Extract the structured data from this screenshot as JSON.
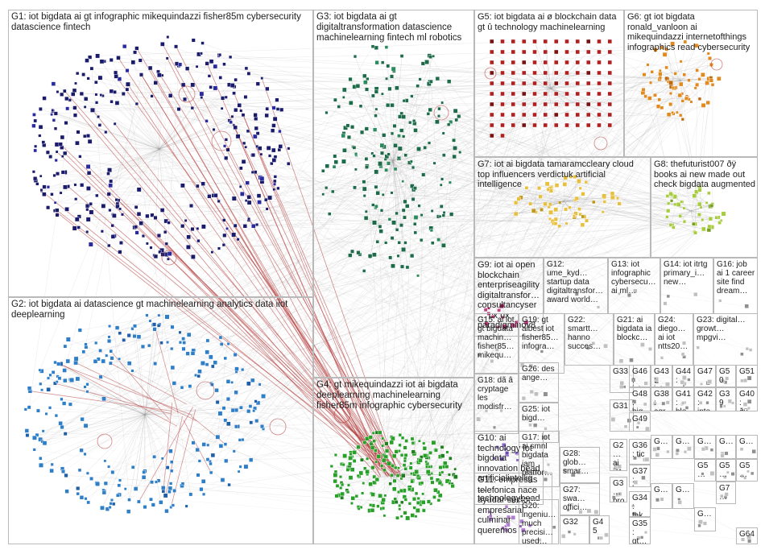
{
  "graph": {
    "background": "#ffffff",
    "edge_color": "#9a9a9a",
    "highlight_edge_color": "#b03030",
    "groups": [
      {
        "id": "G1",
        "label": "G1: iot bigdata ai gt infographic mikequindazzi fisher85m cybersecurity datascience fintech",
        "node_color": "#1b1b6b",
        "accent": "#2a2aa0"
      },
      {
        "id": "G2",
        "label": "G2: iot bigdata ai datascience gt machinelearning analytics data iiot deeplearning",
        "node_color": "#2f7fc8",
        "accent": "#1e5fa8"
      },
      {
        "id": "G3",
        "label": "G3: iot bigdata ai gt digitaltransformation datascience machinelearning fintech ml robotics",
        "node_color": "#1e6b4a",
        "accent": "#2c8a5e"
      },
      {
        "id": "G4",
        "label": "G4: gt mikequindazzi iot ai bigdata deeplearning machinelearning fisher85m infographic cybersecurity",
        "node_color": "#2aa02a",
        "accent": "#1f7f1f"
      },
      {
        "id": "G5",
        "label": "G5: iot bigdata ai ø blockchain data gt û technology machinelearning",
        "node_color": "#b02020",
        "accent": "#7a1010"
      },
      {
        "id": "G6",
        "label": "G6: gt iot bigdata ronald_vanloon ai mikequindazzi internetofthings infographics read cybersecurity",
        "node_color": "#e08a20",
        "accent": "#c06a10"
      },
      {
        "id": "G7",
        "label": "G7: iot ai bigdata tamaramccleary cloud top influencers verdictuk artificial intelligence",
        "node_color": "#e8c040",
        "accent": "#c09a20"
      },
      {
        "id": "G8",
        "label": "G8: thefuturist007 ðÿ books ai new made out check bigdata augmented",
        "node_color": "#a8cc40",
        "accent": "#7aa020"
      },
      {
        "id": "G9",
        "label": "G9: iot ai open blockchain enterpriseagility digitaltransfor… consultancyser… cx ux paradigminov8",
        "node_color": "#c04080",
        "accent": "#a02060"
      },
      {
        "id": "G10",
        "label": "G10: ai technology iot bigdata innovation bead artificialintellig… technologybead smart buildings",
        "node_color": "#8a6ac8",
        "accent": "#6a4aa8"
      },
      {
        "id": "G11",
        "label": "G11: empresas telefonica nace ayudar sector empresarial culminar queremos",
        "node_color": "#b080d0",
        "accent": "#9060b0"
      },
      {
        "id": "G12",
        "label": "G12: ume_kyd… startup data digitaltransfor… award world…",
        "node_color": "#c0c0c0",
        "accent": "#909090"
      },
      {
        "id": "G13",
        "label": "G13: iot infographic cybersecu… ai ml…",
        "node_color": "#c0c0c0",
        "accent": "#909090"
      },
      {
        "id": "G14",
        "label": "G14: iot itrtg primary_i… new…",
        "node_color": "#c0c0c0",
        "accent": "#909090"
      },
      {
        "id": "G15",
        "label": "G15: ai iot gt bigdata machin… fisher85… mikequ…",
        "node_color": "#c0c0c0",
        "accent": "#909090"
      },
      {
        "id": "G16",
        "label": "G16: job ai 1 career site find dream…",
        "node_color": "#c0c0c0",
        "accent": "#909090"
      },
      {
        "id": "G17",
        "label": "G17: iot ai smnl bigdata iam platfor…",
        "node_color": "#c0c0c0",
        "accent": "#909090"
      },
      {
        "id": "G18",
        "label": "G18: dã â cryptage les modisfr…",
        "node_color": "#c0c0c0",
        "accent": "#909090"
      },
      {
        "id": "G19",
        "label": "G19: gt aibest iot fisher85… infogra…",
        "node_color": "#c0c0c0",
        "accent": "#909090"
      },
      {
        "id": "G20",
        "label": "G20: ingeniu… much precisi… used…",
        "node_color": "#c0c0c0",
        "accent": "#909090"
      },
      {
        "id": "G21",
        "label": "G21: ai bigdata ia blockc…",
        "node_color": "#c0c0c0",
        "accent": "#909090"
      },
      {
        "id": "G22",
        "label": "G22: smartt… hanno succes…",
        "node_color": "#c0c0c0",
        "accent": "#909090"
      },
      {
        "id": "G23",
        "label": "G23: digital… growt… mpgvi…",
        "node_color": "#c0c0c0",
        "accent": "#909090"
      },
      {
        "id": "G24",
        "label": "G24: diego… ai iot ntts20…",
        "node_color": "#c0c0c0",
        "accent": "#909090"
      },
      {
        "id": "G25",
        "label": "G25: iot bigd…",
        "node_color": "#c0c0c0",
        "accent": "#909090"
      },
      {
        "id": "G26",
        "label": "G26: des ange…",
        "node_color": "#c0c0c0",
        "accent": "#909090"
      },
      {
        "id": "G27",
        "label": "G27: swa… offici…",
        "node_color": "#c0c0c0",
        "accent": "#909090"
      },
      {
        "id": "G28",
        "label": "G28: glob… smar…",
        "node_color": "#c0c0c0",
        "accent": "#909090"
      },
      {
        "id": "G29",
        "label": "G2… ai iot…",
        "node_color": "#c0c0c0",
        "accent": "#909090"
      },
      {
        "id": "G30",
        "label": "G3… pro…",
        "node_color": "#c0c0c0",
        "accent": "#909090"
      },
      {
        "id": "G31",
        "label": "G31",
        "node_color": "#c0c0c0",
        "accent": "#909090"
      },
      {
        "id": "G32",
        "label": "G32",
        "node_color": "#c0c0c0",
        "accent": "#909090"
      },
      {
        "id": "G33",
        "label": "G33",
        "node_color": "#c0c0c0",
        "accent": "#909090"
      },
      {
        "id": "G34",
        "label": "G34: tak…",
        "node_color": "#c0c0c0",
        "accent": "#909090"
      },
      {
        "id": "G35",
        "label": "G35: gt…",
        "node_color": "#c0c0c0",
        "accent": "#909090"
      },
      {
        "id": "G36",
        "label": "G36: tic",
        "node_color": "#c0c0c0",
        "accent": "#909090"
      },
      {
        "id": "G37",
        "label": "G37: he…",
        "node_color": "#c0c0c0",
        "accent": "#909090"
      },
      {
        "id": "G38",
        "label": "G38: agr…",
        "node_color": "#c0c0c0",
        "accent": "#909090"
      },
      {
        "id": "G39",
        "label": "G39",
        "node_color": "#c0c0c0",
        "accent": "#909090"
      },
      {
        "id": "G40",
        "label": "G40: ðÿ…",
        "node_color": "#c0c0c0",
        "accent": "#909090"
      },
      {
        "id": "G41",
        "label": "G41: blo…",
        "node_color": "#c0c0c0",
        "accent": "#909090"
      },
      {
        "id": "G42",
        "label": "G42: inte…",
        "node_color": "#c0c0c0",
        "accent": "#909090"
      },
      {
        "id": "G43",
        "label": "G43: inte…",
        "node_color": "#c0c0c0",
        "accent": "#909090"
      },
      {
        "id": "G44",
        "label": "G44: rob…",
        "node_color": "#c0c0c0",
        "accent": "#909090"
      },
      {
        "id": "G45",
        "label": "G45",
        "node_color": "#c0c0c0",
        "accent": "#909090"
      },
      {
        "id": "G46",
        "label": "G46: iot…",
        "node_color": "#c0c0c0",
        "accent": "#909090"
      },
      {
        "id": "G47",
        "label": "G47",
        "node_color": "#c0c0c0",
        "accent": "#909090"
      },
      {
        "id": "G48",
        "label": "G48: big…",
        "node_color": "#c0c0c0",
        "accent": "#909090"
      },
      {
        "id": "G49",
        "label": "G49",
        "node_color": "#c0c0c0",
        "accent": "#909090"
      },
      {
        "id": "G50",
        "label": "G50",
        "node_color": "#c0c0c0",
        "accent": "#909090"
      },
      {
        "id": "G51",
        "label": "G51",
        "node_color": "#c0c0c0",
        "accent": "#909090"
      },
      {
        "id": "G52",
        "label": "G…",
        "node_color": "#c0c0c0",
        "accent": "#909090"
      },
      {
        "id": "G53",
        "label": "G…",
        "node_color": "#c0c0c0",
        "accent": "#909090"
      },
      {
        "id": "G54",
        "label": "G…",
        "node_color": "#c0c0c0",
        "accent": "#909090"
      },
      {
        "id": "G55",
        "label": "G…",
        "node_color": "#c0c0c0",
        "accent": "#909090"
      },
      {
        "id": "G56",
        "label": "G…",
        "node_color": "#c0c0c0",
        "accent": "#909090"
      },
      {
        "id": "G57",
        "label": "G5…",
        "node_color": "#c0c0c0",
        "accent": "#909090"
      },
      {
        "id": "G58",
        "label": "G5…",
        "node_color": "#c0c0c0",
        "accent": "#909090"
      },
      {
        "id": "G59",
        "label": "G5…",
        "node_color": "#c0c0c0",
        "accent": "#909090"
      },
      {
        "id": "G60",
        "label": "G7…",
        "node_color": "#c0c0c0",
        "accent": "#909090"
      },
      {
        "id": "G61",
        "label": "G…",
        "node_color": "#c0c0c0",
        "accent": "#909090"
      },
      {
        "id": "G62",
        "label": "G…",
        "node_color": "#c0c0c0",
        "accent": "#909090"
      },
      {
        "id": "G63",
        "label": "G…",
        "node_color": "#c0c0c0",
        "accent": "#909090"
      },
      {
        "id": "G64",
        "label": "G64",
        "node_color": "#c0c0c0",
        "accent": "#909090"
      }
    ]
  }
}
